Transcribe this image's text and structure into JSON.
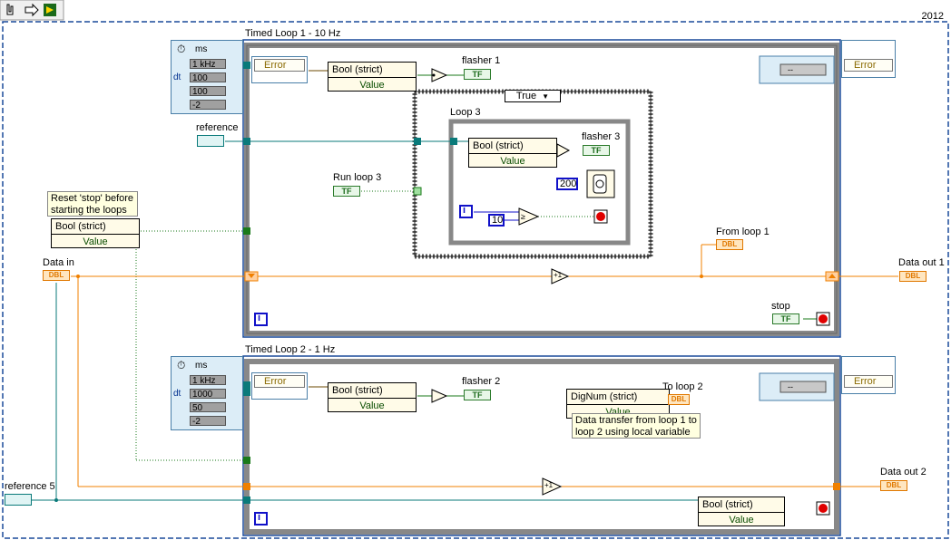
{
  "toolbar": {
    "year": "2012"
  },
  "loop1": {
    "title": "Timed Loop 1 - 10 Hz",
    "unit": "ms",
    "source": "1 kHz",
    "dt_label": "dt",
    "dt": "100",
    "offset": "100",
    "priority": "-2"
  },
  "loop2": {
    "title": "Timed Loop 2 - 1 Hz",
    "unit": "ms",
    "source": "1 kHz",
    "dt_label": "dt",
    "dt": "1000",
    "offset": "50",
    "priority": "-2"
  },
  "error": {
    "label": "Error"
  },
  "bool_node": {
    "title": "Bool (strict)",
    "value": "Value"
  },
  "dignum_node": {
    "title": "DigNum (strict)",
    "value": "Value"
  },
  "labels": {
    "flasher1": "flasher 1",
    "flasher2": "flasher 2",
    "flasher3": "flasher 3",
    "reference": "reference",
    "reference5": "reference 5",
    "run_loop3": "Run loop 3",
    "loop3": "Loop 3",
    "case_true": "True",
    "data_in": "Data in",
    "data_out1": "Data out 1",
    "data_out2": "Data out 2",
    "from_loop1": "From loop 1",
    "to_loop2": "To loop 2",
    "stop": "stop"
  },
  "notes": {
    "reset": "Reset 'stop' before starting the loops",
    "transfer": "Data transfer from loop 1 to loop 2 using local variable"
  },
  "constants": {
    "wait": "200",
    "compare": "10",
    "iter": "i",
    "plus1": "+1",
    "tf": "TF",
    "dbl": "DBL",
    "dashes": "--"
  }
}
